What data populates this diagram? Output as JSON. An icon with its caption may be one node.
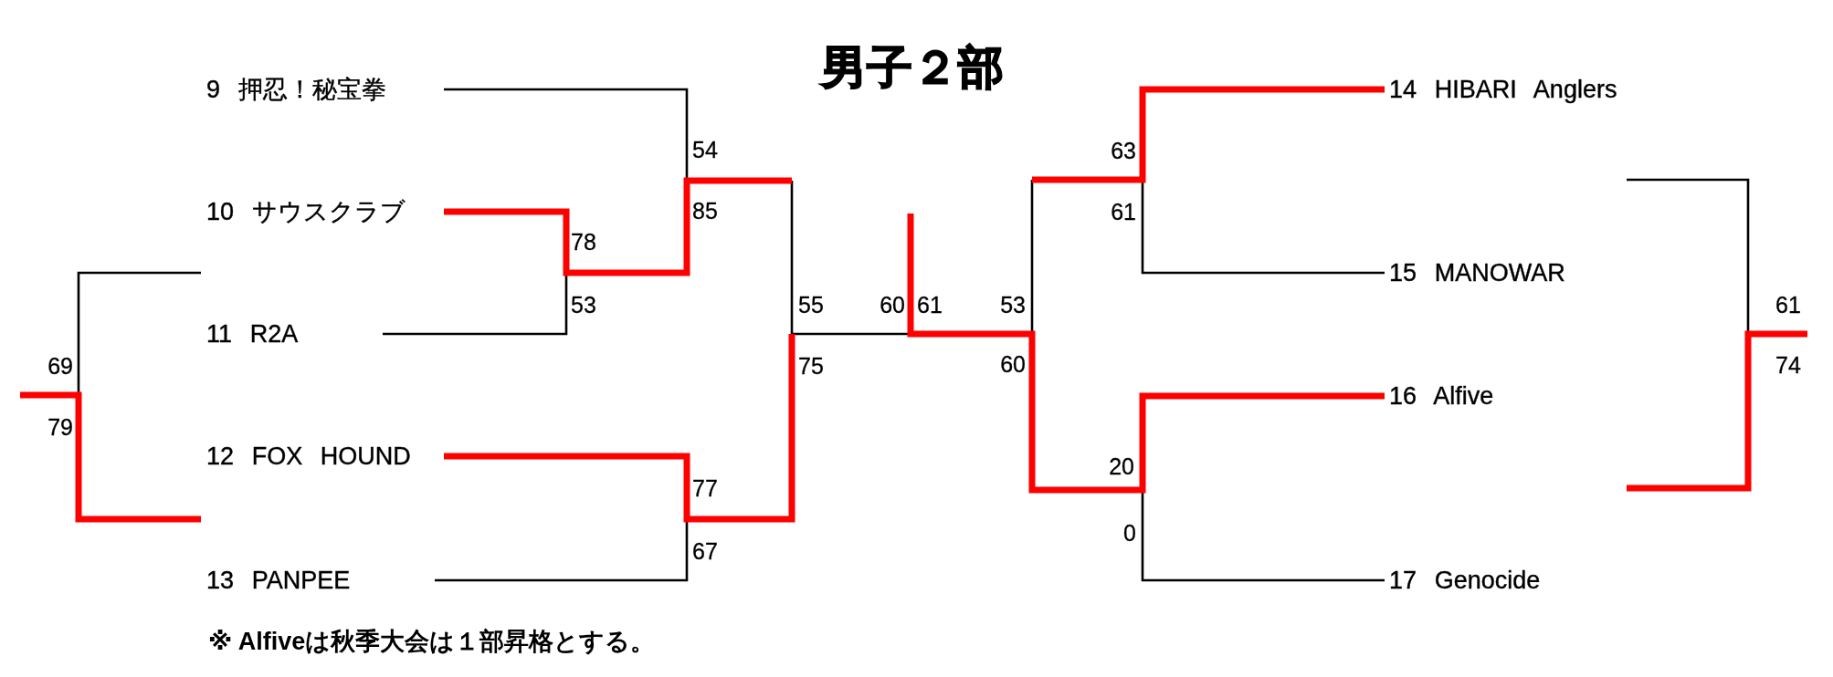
{
  "diagram": {
    "title": "男子２部",
    "nodes": [
      {
        "text": [
          "9 押忍！秘宝拳"
        ]
      },
      {
        "text": [
          "10 サウスクラブ"
        ]
      },
      {
        "text": [
          "11 R2A"
        ]
      },
      {
        "text": [
          "12 FOX HOUND"
        ]
      },
      {
        "text": [
          "13 PANPEE"
        ]
      },
      {
        "text": [
          "14 HIBARI Anglers"
        ]
      },
      {
        "text": [
          "15 MANOWAR"
        ]
      },
      {
        "text": [
          "16 Alfive"
        ]
      },
      {
        "text": [
          "17 Genocide"
        ]
      }
    ],
    "edges": [
      {
        "from": 0,
        "to": null,
        "arrow": "none"
      },
      {
        "from": 1,
        "to": null,
        "arrow": "none",
        "style": "thick",
        "color": "#ff0000"
      },
      {
        "from": 2,
        "to": null,
        "arrow": "none"
      },
      {
        "from": 3,
        "to": null,
        "arrow": "none",
        "style": "thick",
        "color": "#ff0000"
      },
      {
        "from": 4,
        "to": null,
        "arrow": "none"
      },
      {
        "from": 5,
        "to": null,
        "arrow": "none",
        "style": "thick",
        "color": "#ff0000"
      },
      {
        "from": 6,
        "to": null,
        "arrow": "none"
      },
      {
        "from": 7,
        "to": null,
        "arrow": "none",
        "style": "thick",
        "color": "#ff0000"
      },
      {
        "from": 8,
        "to": null,
        "arrow": "none"
      }
    ],
    "labels": [
      "54",
      "63",
      "85",
      "61",
      "78",
      "53",
      "55",
      "60",
      "61",
      "53",
      "61",
      "69",
      "75",
      "60",
      "74",
      "79",
      "20",
      "77",
      "0",
      "67",
      "※ Alfiveは秋季大会は１部昇格とする。"
    ]
  }
}
